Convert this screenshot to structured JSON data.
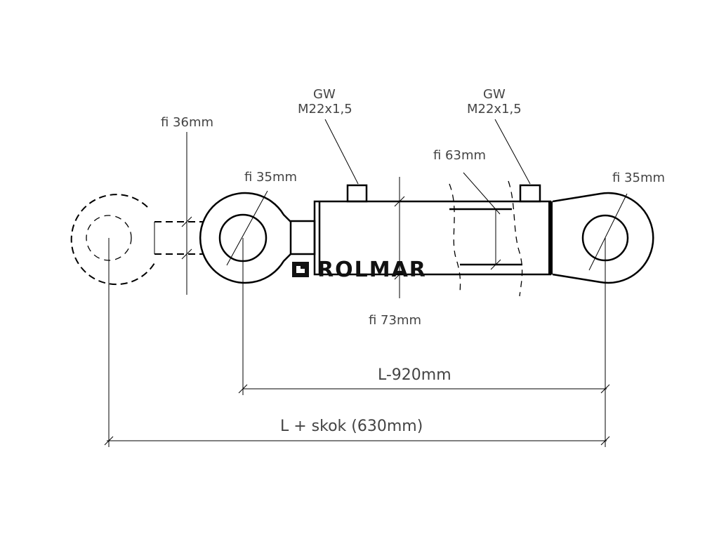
{
  "labels": {
    "port_left_gw": "GW",
    "port_left_thread": "M22x1,5",
    "port_right_gw": "GW",
    "port_right_thread": "M22x1,5",
    "rod_eye_bore": "fi 35mm",
    "base_eye_bore": "fi 35mm",
    "rod_diameter": "fi 36mm",
    "piston_diameter": "fi 63mm",
    "cylinder_diameter": "fi 73mm",
    "closed_length": "L-920mm",
    "extended_length": "L + skok (630mm)"
  },
  "logo": {
    "text": "ROLMAR"
  }
}
